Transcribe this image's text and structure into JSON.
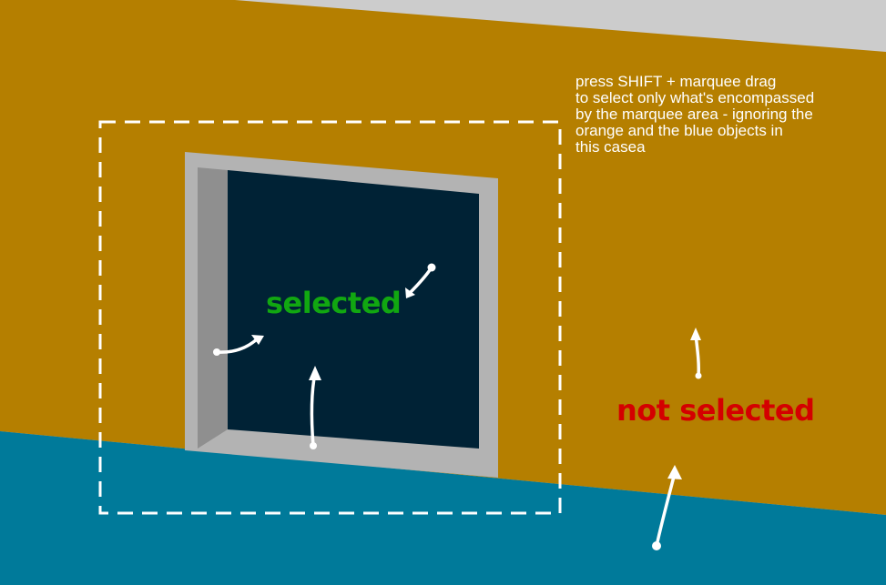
{
  "instructions": {
    "lines": [
      "press SHIFT + marquee drag",
      "to select only what's encompassed",
      "by the marquee area - ignoring the",
      "orange and the blue objects in",
      "this casea"
    ]
  },
  "labels": {
    "selected": "selected",
    "not_selected": "not selected"
  },
  "colors": {
    "background": "#cccccc",
    "orange_object": "#b57f00",
    "blue_object": "#007a9a",
    "frame_light": "#b3b3b3",
    "frame_shadow": "#8f8f8f",
    "window_pane": "#002235",
    "marquee": "#ffffff",
    "selected_text": "#11a711",
    "not_selected_text": "#d40000",
    "instruction_text": "#ffffff"
  }
}
